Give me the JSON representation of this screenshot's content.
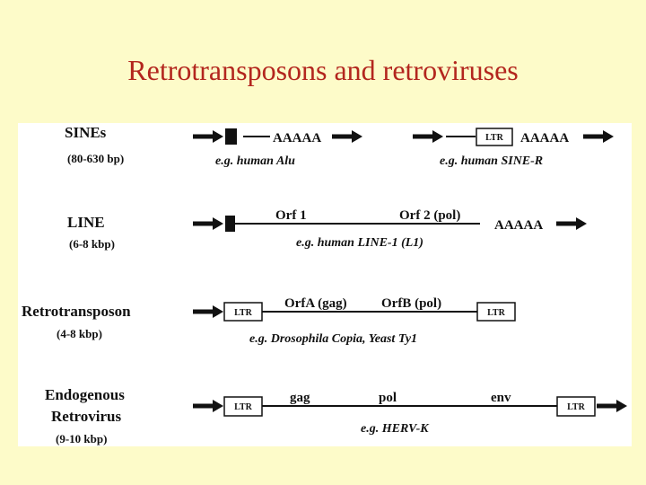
{
  "title": "Retrotransposons and retroviruses",
  "colors": {
    "title": "#b3261e",
    "background": "#fdfbc9",
    "panel": "#ffffff",
    "ink": "#111111"
  },
  "rows": {
    "sines": {
      "name": "SINEs",
      "size": "(80-630 bp)",
      "poly_a_1": "AAAAA",
      "example_1": "e.g. human Alu",
      "ltr": "LTR",
      "poly_a_2": "AAAAA",
      "example_2": "e.g. human SINE-R"
    },
    "line": {
      "name": "LINE",
      "size": "(6-8 kbp)",
      "orf1": "Orf 1",
      "orf2": "Orf 2 (pol)",
      "poly_a": "AAAAA",
      "example": "e.g. human LINE-1 (L1)"
    },
    "retrotransposon": {
      "name": "Retrotransposon",
      "size": "(4-8 kbp)",
      "ltr_left": "LTR",
      "orfa": "OrfA (gag)",
      "orfb": "OrfB (pol)",
      "ltr_right": "LTR",
      "example": "e.g. Drosophila Copia, Yeast Ty1"
    },
    "erv": {
      "name_line1": "Endogenous",
      "name_line2": "Retrovirus",
      "size": "(9-10 kbp)",
      "ltr_left": "LTR",
      "gag": "gag",
      "pol": "pol",
      "env": "env",
      "ltr_right": "LTR",
      "example": "e.g. HERV-K"
    }
  }
}
